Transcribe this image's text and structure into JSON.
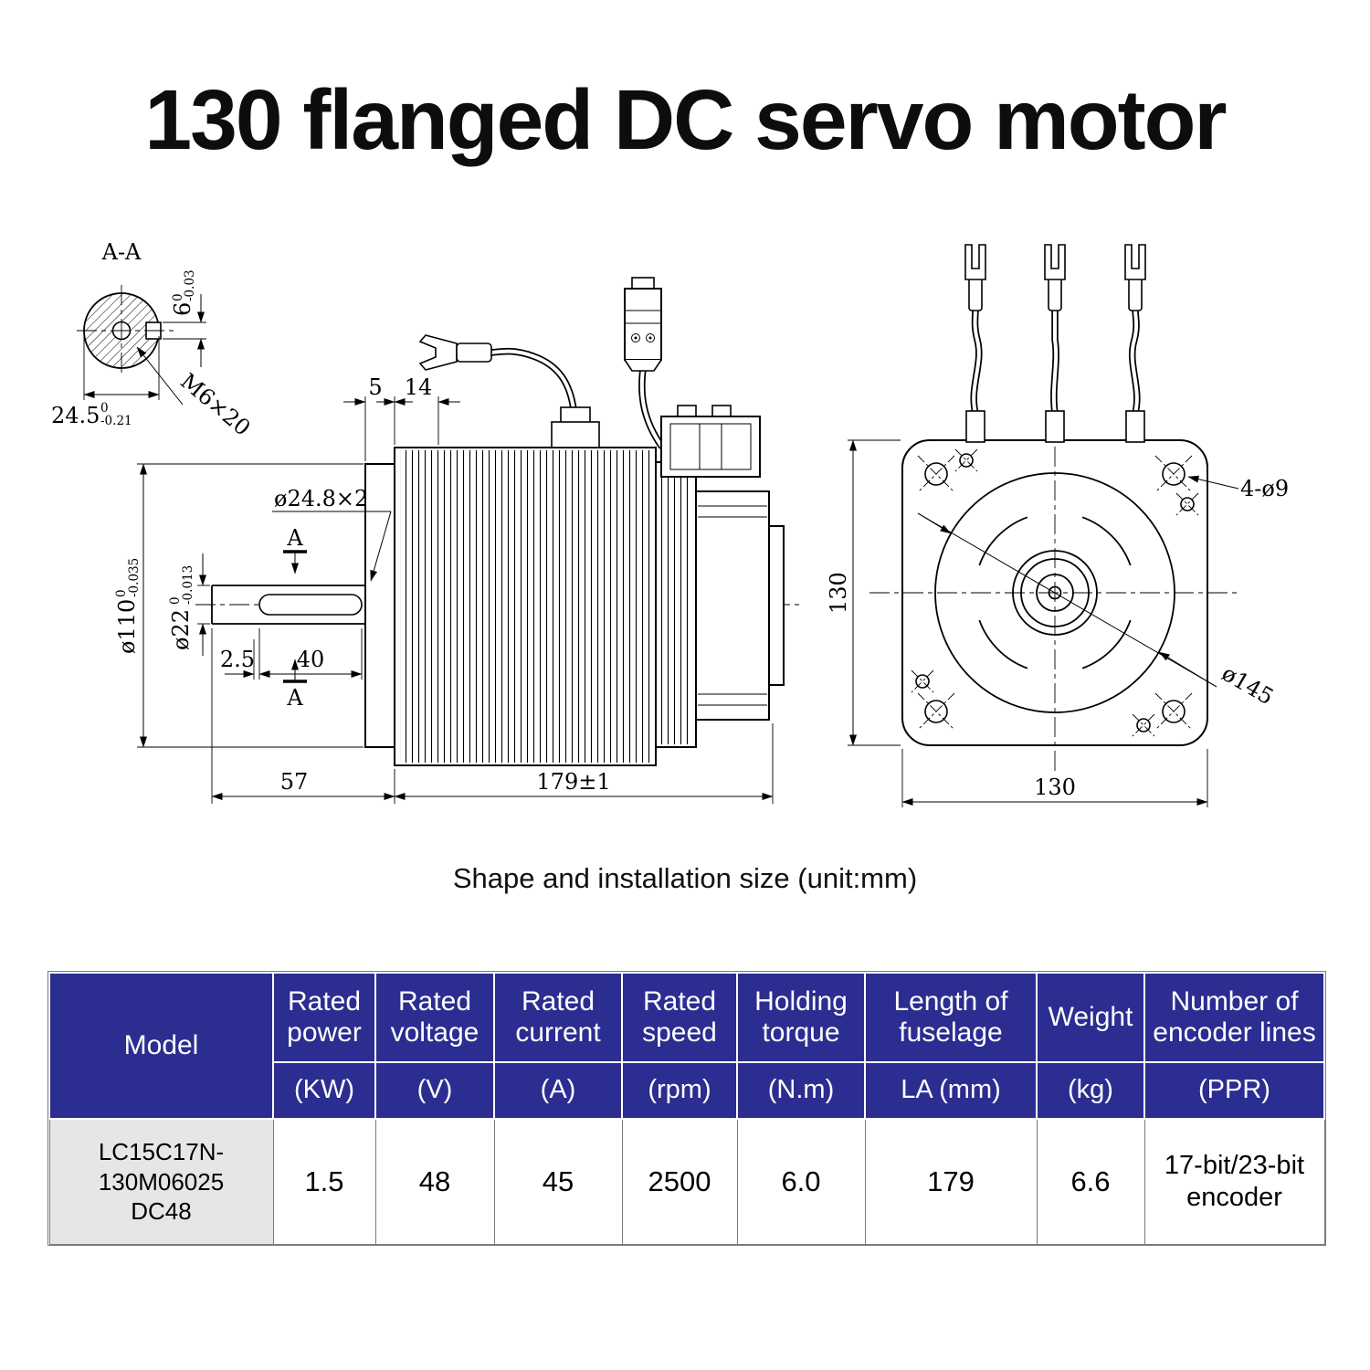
{
  "title": "130 flanged DC servo motor",
  "caption": "Shape and installation size (unit:mm)",
  "colors": {
    "table_header_bg": "#2b2d90",
    "table_header_text": "#ffffff",
    "model_cell_bg": "#e6e6e6",
    "line_color": "#000000"
  },
  "drawing": {
    "section_label": "A-A",
    "thread_label": "M6×20",
    "section_mark": "A",
    "dims": {
      "keyway_height": {
        "value": "6",
        "tol_upper": "0",
        "tol_lower": "-0.03"
      },
      "section_width": {
        "value": "24.5",
        "tol_upper": "0",
        "tol_lower": "-0.21"
      },
      "flange_thickness": "5",
      "flange_step": "14",
      "hub_dia": "ø24.8×2",
      "flange_od": {
        "value": "ø110",
        "tol_upper": "0",
        "tol_lower": "-0.035"
      },
      "shaft_dia": {
        "value": "ø22",
        "tol_upper": "0",
        "tol_lower": "-0.013"
      },
      "keyway_offset": "2.5",
      "keyway_length": "40",
      "shaft_length": "57",
      "body_length": "179±1",
      "flange_height": "130",
      "flange_width": "130",
      "mount_holes": "4-ø9",
      "bolt_circle": "ø145"
    }
  },
  "table": {
    "columns": [
      {
        "label": "Model",
        "unit": ""
      },
      {
        "label": "Rated power",
        "unit": "(KW)"
      },
      {
        "label": "Rated voltage",
        "unit": "(V)"
      },
      {
        "label": "Rated current",
        "unit": "(A)"
      },
      {
        "label": "Rated speed",
        "unit": "(rpm)"
      },
      {
        "label": "Holding torque",
        "unit": "(N.m)"
      },
      {
        "label": "Length of fuselage",
        "unit": "LA (mm)"
      },
      {
        "label": "Weight",
        "unit": "(kg)"
      },
      {
        "label": "Number of encoder lines",
        "unit": "(PPR)"
      }
    ],
    "row": {
      "model": "LC15C17N-130M06025DC48",
      "model_lines": [
        "LC15C17N-",
        "130M06025",
        "DC48"
      ],
      "rated_power_kw": "1.5",
      "rated_voltage_v": "48",
      "rated_current_a": "45",
      "rated_speed_rpm": "2500",
      "holding_torque_nm": "6.0",
      "fuselage_length_mm": "179",
      "weight_kg": "6.6",
      "encoder_lines": "17-bit/23-bit encoder"
    }
  }
}
